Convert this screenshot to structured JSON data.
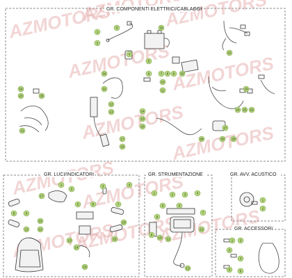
{
  "groups": {
    "electrical": {
      "title": "GR. COMPONENTI ELETTRICI/CABLAGGI"
    },
    "lights": {
      "title": "GR. LUCI/INDICATORI"
    },
    "instruments": {
      "title": "GR. STRUMENTAZIONE"
    },
    "horn": {
      "title": "GR. AVV. ACUSTICO"
    },
    "accessories": {
      "title": "GR. ACCESSORI"
    }
  },
  "watermark": {
    "text": "AZMOTORS",
    "color": "#e8b4b4"
  },
  "callout_color": "#b5d67f",
  "callouts": {
    "electrical": [
      "1",
      "2",
      "3",
      "4",
      "5",
      "6",
      "7",
      "8",
      "9",
      "10",
      "11",
      "12",
      "13",
      "14",
      "15",
      "16",
      "17",
      "18",
      "19",
      "20",
      "21",
      "22",
      "23",
      "24",
      "25",
      "26",
      "27",
      "28",
      "29",
      "30",
      "31",
      "32",
      "33",
      "34",
      "35"
    ],
    "lights": [
      "1",
      "2",
      "3",
      "4",
      "5",
      "6",
      "7",
      "8",
      "9",
      "10",
      "11",
      "12",
      "13",
      "14",
      "15",
      "16",
      "17",
      "18"
    ],
    "instruments": [
      "1",
      "2",
      "3",
      "4",
      "5",
      "6",
      "7",
      "8",
      "9",
      "10",
      "11",
      "12",
      "13"
    ],
    "horn": [
      "1",
      "2"
    ],
    "accessories": [
      "1",
      "2",
      "3",
      "4",
      "5",
      "6"
    ]
  }
}
